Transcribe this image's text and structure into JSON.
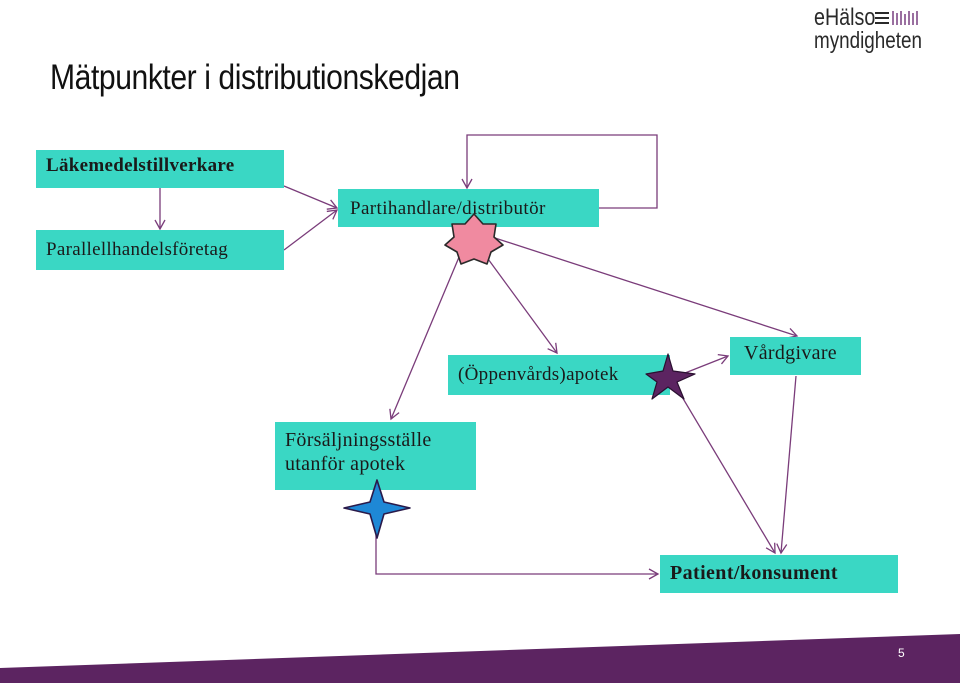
{
  "slide": {
    "title": "Mätpunkter i distributionskedjan",
    "page_number": "5"
  },
  "logo": {
    "line1": "eHälso",
    "line2": "myndigheten"
  },
  "nodes": {
    "lakemedel": "Läkemedelstillverkare",
    "parallell": "Parallellhandelsföretag",
    "distributor": "Partihandlare/distributör",
    "apotek": "(Öppenvårds)apotek",
    "vardgivare": "Vårdgivare",
    "forsaljning_line1": "Försäljningsställe",
    "forsaljning_line2": "utanför apotek",
    "patient": "Patient/konsument"
  },
  "colors": {
    "box_fill": "#3ad7c4",
    "arrow": "#7a3c7a",
    "footer": "#5c2461",
    "star_pink": "#f08aa0",
    "star_purple": "#5c2461",
    "star_blue": "#1e88d6"
  }
}
